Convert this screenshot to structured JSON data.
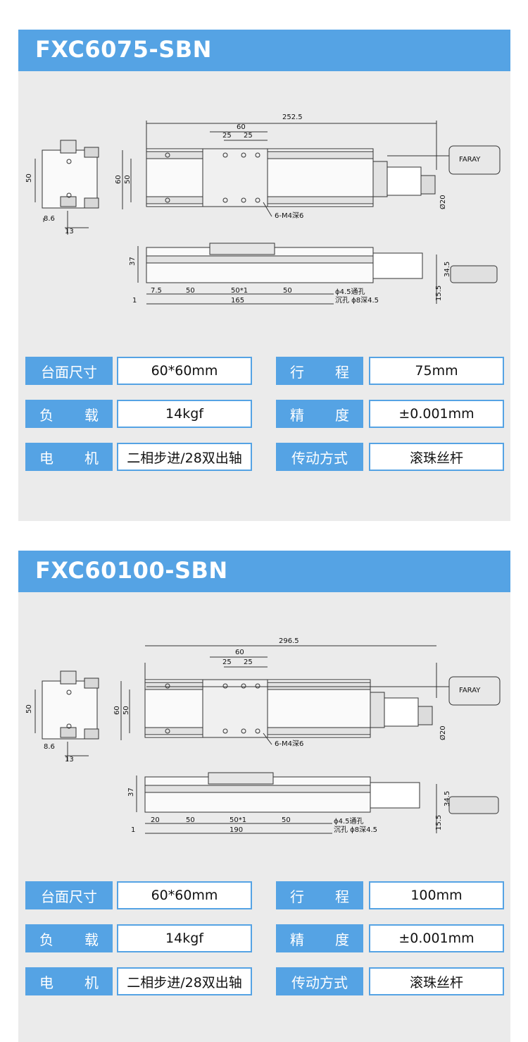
{
  "products": [
    {
      "title": "FXC6075-SBN",
      "dims": {
        "overall_length": "252.5",
        "table_width": "60",
        "hole_spacing_a": "25",
        "hole_spacing_b": "25",
        "height_60": "60",
        "height_50": "50",
        "side_50": "50",
        "side_8_6": "8.6",
        "side_13": "13",
        "holes_note": "6-M4深6",
        "brand": "FARAY",
        "motor_dia": "Ø20",
        "h37": "37",
        "h34_5": "34.5",
        "h15_5": "15.5",
        "b1": "7.5",
        "b2": "50",
        "b3": "50*1",
        "b4": "50",
        "base_len": "165",
        "one": "1",
        "through_hole": "ϕ4.5通孔",
        "counterbore": "沉孔 ϕ8深4.5"
      },
      "specs": [
        {
          "label_a": "台面尺寸",
          "value_a": "60*60mm",
          "label_b_1": "行",
          "label_b_2": "程",
          "value_b": "75mm"
        },
        {
          "label_a_1": "负",
          "label_a_2": "载",
          "value_a": "14kgf",
          "label_b_1": "精",
          "label_b_2": "度",
          "value_b": "±0.001mm"
        },
        {
          "label_a_1": "电",
          "label_a_2": "机",
          "value_a": "二相步进/28双出轴",
          "label_b": "传动方式",
          "value_b": "滚珠丝杆"
        }
      ]
    },
    {
      "title": "FXC60100-SBN",
      "dims": {
        "overall_length": "296.5",
        "table_width": "60",
        "hole_spacing_a": "25",
        "hole_spacing_b": "25",
        "height_60": "60",
        "height_50": "50",
        "side_50": "50",
        "side_8_6": "8.6",
        "side_13": "13",
        "holes_note": "6-M4深6",
        "brand": "FARAY",
        "motor_dia": "Ø20",
        "h37": "37",
        "h34_5": "34.5",
        "h15_5": "15.5",
        "b1": "20",
        "b2": "50",
        "b3": "50*1",
        "b4": "50",
        "base_len": "190",
        "one": "1",
        "through_hole": "ϕ4.5通孔",
        "counterbore": "沉孔 ϕ8深4.5"
      },
      "specs": [
        {
          "label_a": "台面尺寸",
          "value_a": "60*60mm",
          "label_b_1": "行",
          "label_b_2": "程",
          "value_b": "100mm"
        },
        {
          "label_a_1": "负",
          "label_a_2": "载",
          "value_a": "14kgf",
          "label_b_1": "精",
          "label_b_2": "度",
          "value_b": "±0.001mm"
        },
        {
          "label_a_1": "电",
          "label_a_2": "机",
          "value_a": "二相步进/28双出轴",
          "label_b": "传动方式",
          "value_b": "滚珠丝杆"
        }
      ]
    }
  ],
  "colors": {
    "accent": "#55a3e4",
    "panel": "#ebebeb",
    "line": "#333333"
  }
}
